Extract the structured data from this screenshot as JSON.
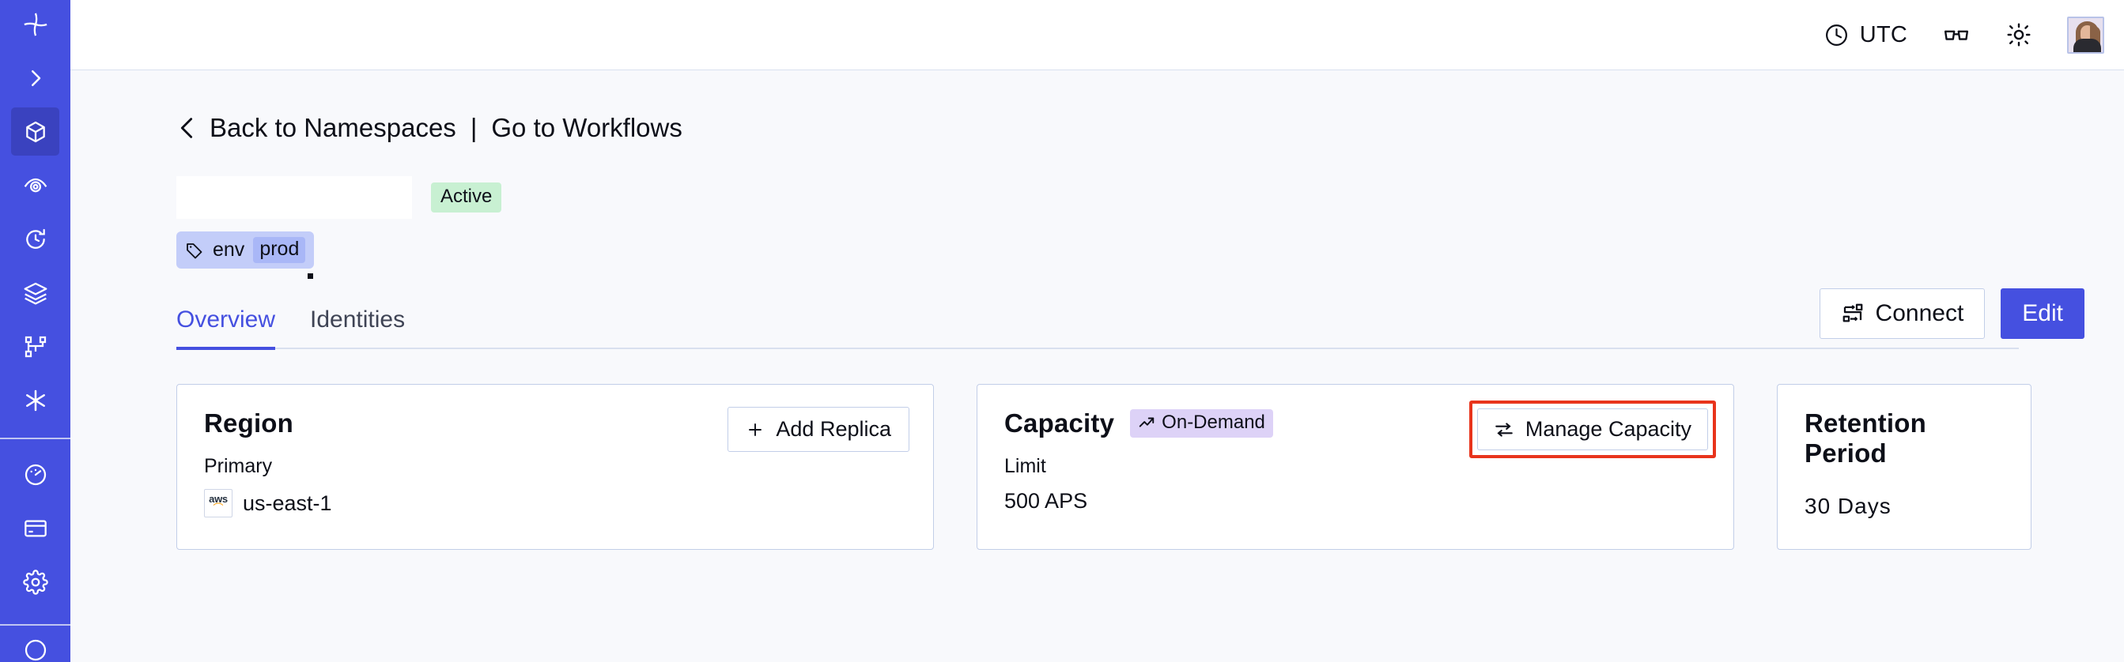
{
  "sidebar": {
    "accent_bg": "#4550e0",
    "active_bg": "#3a42bf",
    "items": [
      {
        "name": "logo-icon",
        "label": "Temporal"
      },
      {
        "name": "chevron-right-icon",
        "label": "Expand navigation"
      },
      {
        "name": "cube-icon",
        "label": "Namespaces",
        "active": true
      },
      {
        "name": "eye-icon",
        "label": "Observability"
      },
      {
        "name": "history-icon",
        "label": "Recent"
      },
      {
        "name": "layers-icon",
        "label": "Schedules"
      },
      {
        "name": "branch-icon",
        "label": "Workflows"
      },
      {
        "name": "asterisk-icon",
        "label": "Batch Operations"
      },
      {
        "name": "gauge-icon",
        "label": "Usage"
      },
      {
        "name": "billing-card-icon",
        "label": "Billing"
      },
      {
        "name": "gear-icon",
        "label": "Settings"
      }
    ]
  },
  "topbar": {
    "timezone_label": "UTC",
    "clock_icon": "clock-icon",
    "glasses_icon": "glasses-icon",
    "theme_icon": "sun-icon",
    "avatar_icon": "avatar"
  },
  "breadcrumb": {
    "back_icon": "chevron-left-icon",
    "back_label": "Back to Namespaces",
    "separator": "|",
    "workflows_label": "Go to Workflows"
  },
  "header": {
    "namespace_name": "",
    "status_badge": "Active",
    "status_badge_color": "#c8f0d2",
    "tag_icon": "tag-icon",
    "tag_key": "env",
    "tag_value": "prod",
    "connect_label": "Connect",
    "connect_icon": "connect-icon",
    "edit_label": "Edit",
    "edit_color": "#4550e0"
  },
  "tabs": [
    {
      "label": "Overview",
      "active": true
    },
    {
      "label": "Identities",
      "active": false
    }
  ],
  "cards": {
    "region": {
      "title": "Region",
      "action_label": "Add Replica",
      "action_icon": "plus-icon",
      "sub_label": "Primary",
      "provider_icon": "aws-logo",
      "value": "us-east-1"
    },
    "capacity": {
      "title": "Capacity",
      "badge_label": "On-Demand",
      "badge_icon": "trend-up-icon",
      "badge_color": "#ddd2f7",
      "action_label": "Manage Capacity",
      "action_icon": "sliders-icon",
      "action_highlighted": true,
      "highlight_color": "#e8341c",
      "sub_label": "Limit",
      "value": "500 APS"
    },
    "retention": {
      "title": "Retention Period",
      "value": "30 Days"
    }
  }
}
